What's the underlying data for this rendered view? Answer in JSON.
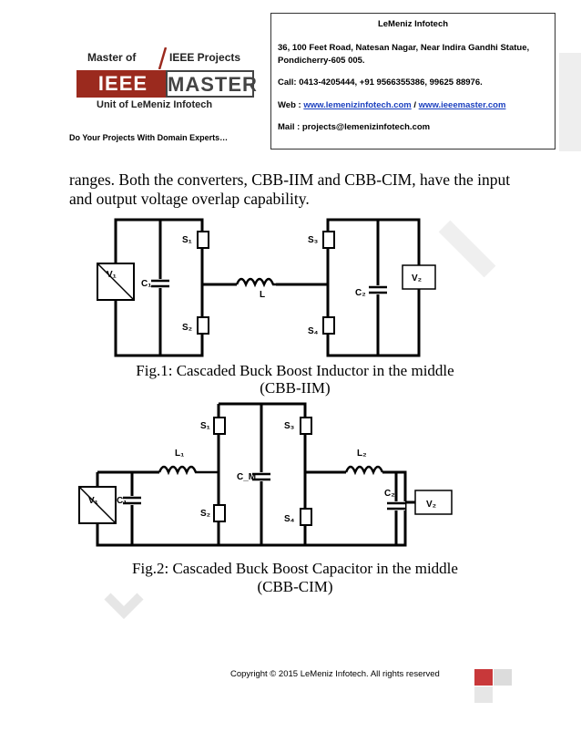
{
  "logo": {
    "top_left": "Master of",
    "top_right": "IEEE Projects",
    "bar_left": "IEEE",
    "bar_right": "MASTER",
    "unit": "Unit of LeMeniz Infotech"
  },
  "tagline": "Do Your Projects With Domain Experts…",
  "info": {
    "company": "LeMeniz Infotech",
    "address_line1": "36, 100 Feet Road, Natesan Nagar, Near Indira Gandhi Statue,",
    "address_line2": "Pondicherry-605 005.",
    "call": "Call: 0413-4205444, +91 9566355386, 99625 88976.",
    "web_label": "Web : ",
    "web_link1": "www.lemenizinfotech.com",
    "web_sep": " / ",
    "web_link2": "www.ieeemaster.com",
    "mail": "Mail : projects@lemenizinfotech.com"
  },
  "body_text": "ranges. Both the converters, CBB-IIM and CBB-CIM, have the input and output voltage overlap capability.",
  "fig1": {
    "caption_line1": "Fig.1: Cascaded Buck Boost Inductor in the middle",
    "caption_line2": "(CBB-IIM)",
    "labels": {
      "v1": "V₁",
      "v2": "V₂",
      "c1": "C₁",
      "c2": "C₂",
      "l": "L",
      "s1": "S₁",
      "s2": "S₂",
      "s3": "S₃",
      "s4": "S₄"
    }
  },
  "fig2": {
    "caption_line1": "Fig.2: Cascaded Buck Boost Capacitor in the middle",
    "caption_line2": "(CBB-CIM)",
    "labels": {
      "v1": "V₁",
      "v2": "V₂",
      "c1": "C₁",
      "c2": "C₂",
      "cm": "C_M",
      "l1": "L₁",
      "l2": "L₂",
      "s1": "S₁",
      "s2": "S₂",
      "s3": "S₃",
      "s4": "S₄"
    }
  },
  "footer": "Copyright © 2015 LeMeniz Infotech. All rights reserved",
  "colors": {
    "logo_red": "#9b2a1e",
    "link_blue": "#1a3fbf",
    "footer_red": "#c8383a",
    "footer_gray": "#dcdcdc"
  }
}
